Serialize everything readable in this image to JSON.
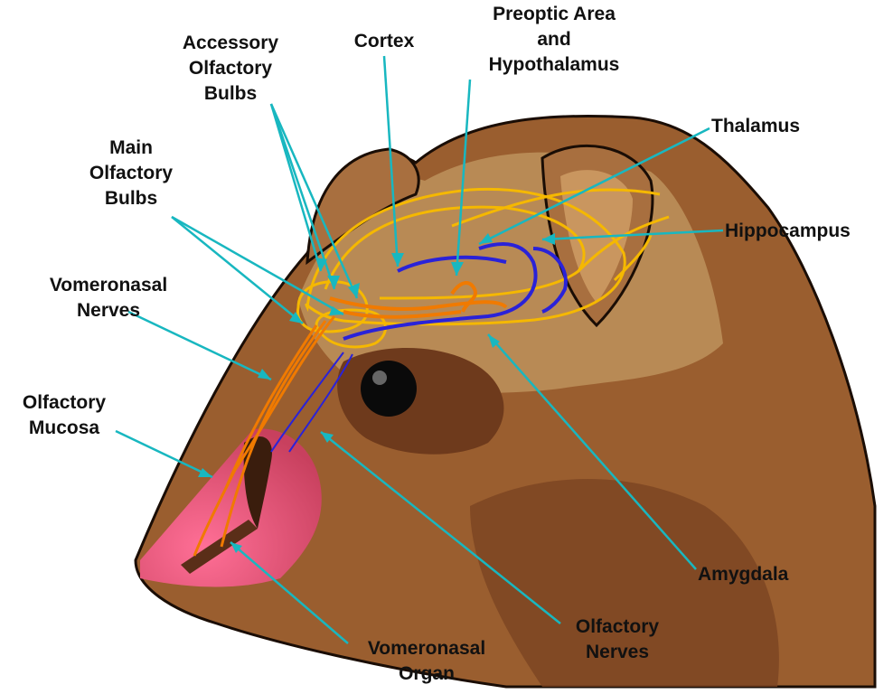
{
  "labels": {
    "accessory_olfactory_bulbs": [
      "Accessory",
      "Olfactory",
      "Bulbs"
    ],
    "cortex": [
      "Cortex"
    ],
    "preoptic_area": [
      "Preoptic Area",
      "and",
      "Hypothalamus"
    ],
    "thalamus": [
      "Thalamus"
    ],
    "main_olfactory_bulbs": [
      "Main",
      "Olfactory",
      "Bulbs"
    ],
    "hippocampus": [
      "Hippocampus"
    ],
    "vomeronasal_nerves": [
      "Vomeronasal",
      "Nerves"
    ],
    "olfactory_mucosa": [
      "Olfactory",
      "Mucosa"
    ],
    "amygdala": [
      "Amygdala"
    ],
    "olfactory_nerves": [
      "Olfactory",
      "Nerves"
    ],
    "vomeronasal_organ": [
      "Vomeronasal",
      "Organ"
    ]
  },
  "colors": {
    "leader_line": "#18b7c0",
    "head_fur": "#9a5e2f",
    "head_light": "#b88a55",
    "head_dark": "#6e3a1c",
    "mucosa": "#e05a7a",
    "main_pathway": "#f5b800",
    "accessory_pathway": "#f07a00",
    "vomeronasal_pathway": "#2a22d8"
  }
}
